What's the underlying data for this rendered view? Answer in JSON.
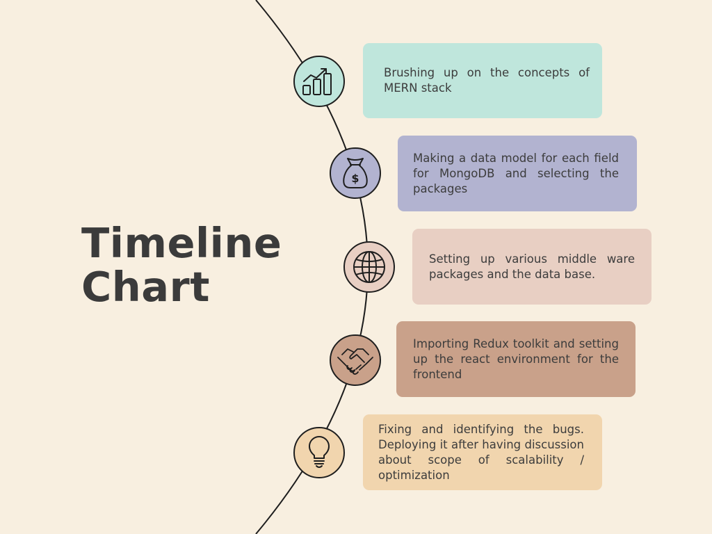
{
  "title": {
    "line1": "Timeline",
    "line2": "Chart"
  },
  "steps": [
    {
      "icon": "growth-chart-icon",
      "text": "Brushing up on the concepts of MERN stack",
      "color": "#bfe6dc"
    },
    {
      "icon": "money-bag-icon",
      "text": "Making a data model for each field for MongoDB and selecting the packages",
      "color": "#b2b3d0"
    },
    {
      "icon": "globe-icon",
      "text": "Setting up various middle ware packages and the data base.",
      "color": "#e8cfc3"
    },
    {
      "icon": "handshake-icon",
      "text": "Importing Redux toolkit and setting up the react environment for the frontend",
      "color": "#c9a18a"
    },
    {
      "icon": "lightbulb-icon",
      "text": "Fixing and identifying the bugs. Deploying it after having discussion about scope of scalability / optimization",
      "color": "#f1d5ae"
    }
  ],
  "colors": {
    "background": "#f8efe0",
    "line": "#1e1e1e",
    "title": "#3b3b3b"
  }
}
